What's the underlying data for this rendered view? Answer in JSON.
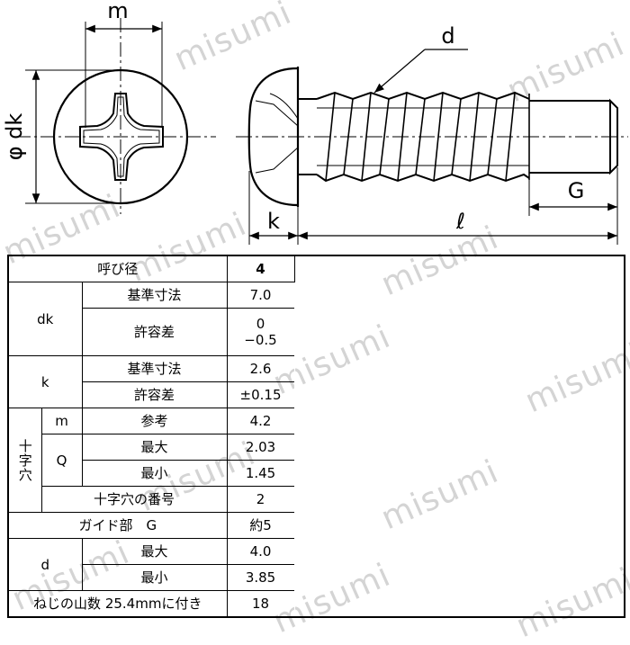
{
  "drawing": {
    "label_m": "m",
    "label_dk": "φ dk",
    "label_k": "k",
    "label_l": "ℓ",
    "label_d": "d",
    "label_G": "G"
  },
  "watermark": "misumi",
  "table": {
    "nominal_label": "呼び径",
    "nominal_value": "4",
    "dk": {
      "label": "dk",
      "basic_label": "基準寸法",
      "basic_value": "7.0",
      "tol_label": "許容差",
      "tol_upper": "0",
      "tol_lower": "−0.5"
    },
    "k": {
      "label": "k",
      "basic_label": "基準寸法",
      "basic_value": "2.6",
      "tol_label": "許容差",
      "tol_value": "±0.15"
    },
    "recess": {
      "label": "十字穴",
      "m_label": "m",
      "m_ref_label": "参考",
      "m_value": "4.2",
      "q_label": "Q",
      "q_max_label": "最大",
      "q_max_value": "2.03",
      "q_min_label": "最小",
      "q_min_value": "1.45",
      "number_label": "十字穴の番号",
      "number_value": "2"
    },
    "guide": {
      "label": "ガイド部　G",
      "value": "約5"
    },
    "d": {
      "label": "d",
      "max_label": "最大",
      "max_value": "4.0",
      "min_label": "最小",
      "min_value": "3.85"
    },
    "threads": {
      "label": "ねじの山数 25.4mmに付き",
      "value": "18"
    }
  }
}
